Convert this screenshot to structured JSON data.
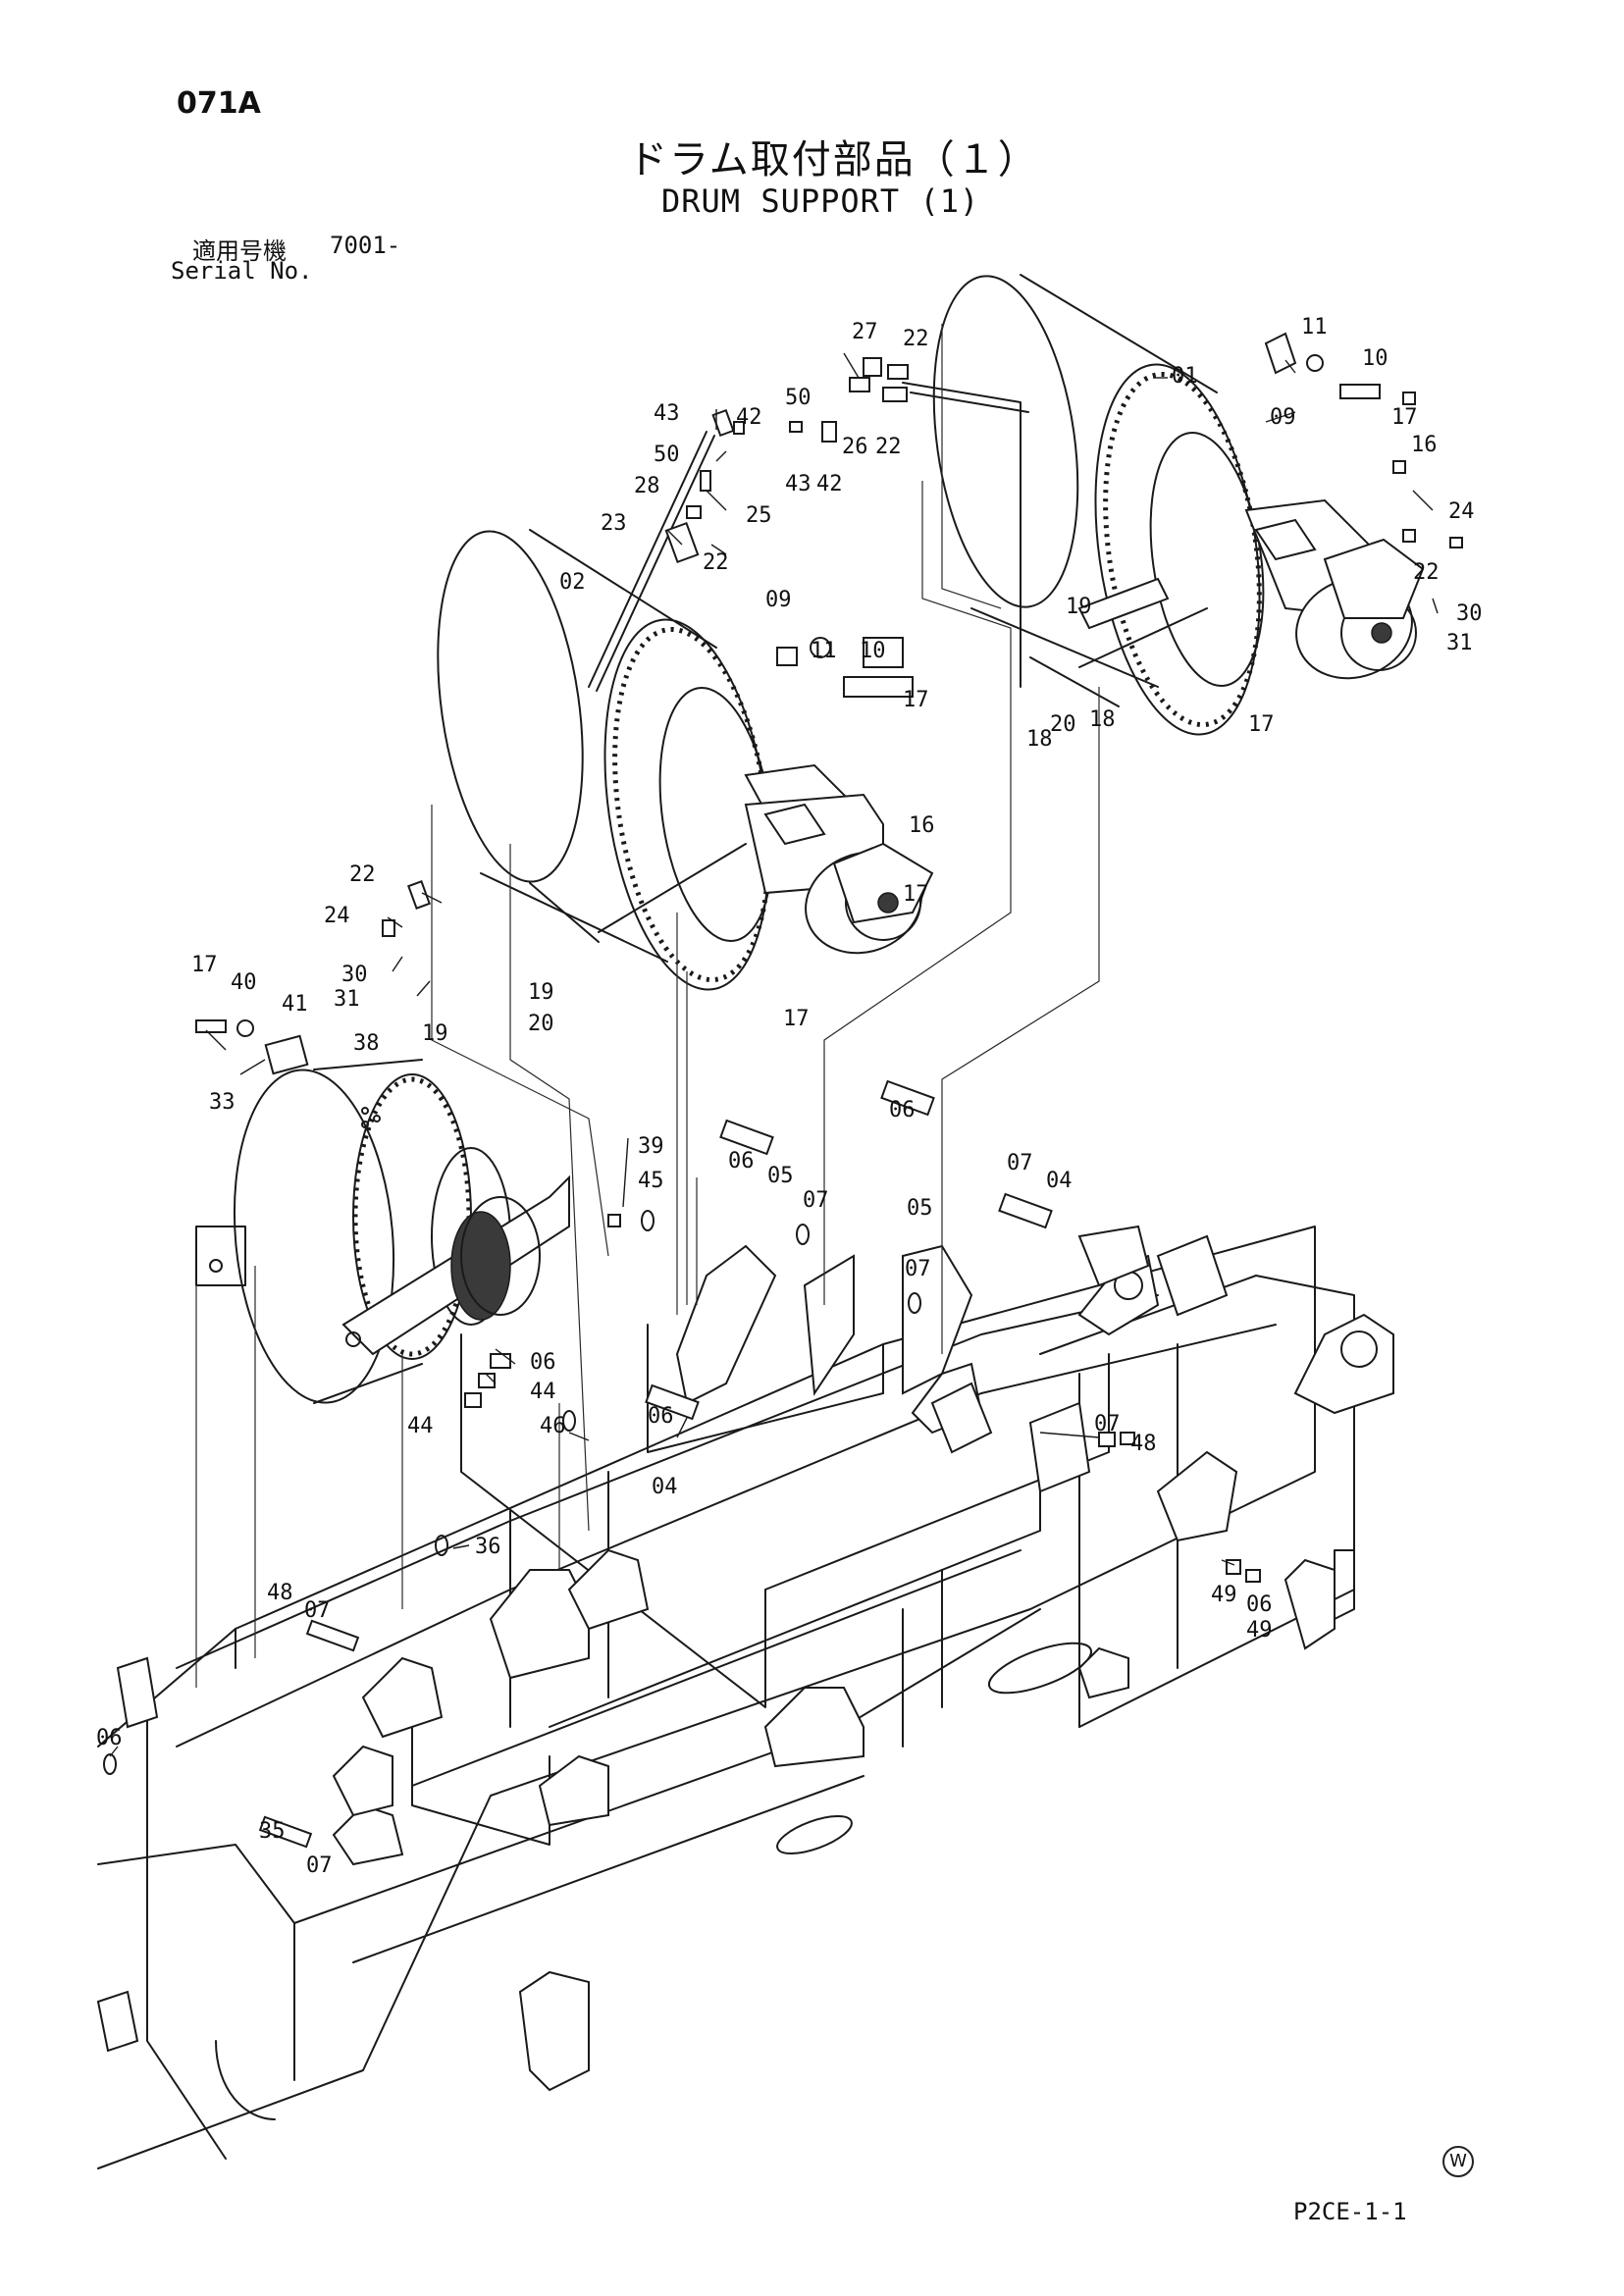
{
  "header": {
    "page_code": "071A",
    "title_jp": "ドラム取付部品（１）",
    "title_en": "DRUM SUPPORT (1)",
    "serial_label_jp": "適用号機",
    "serial_label_en": "Serial No.",
    "serial_value": "7001-"
  },
  "footer": {
    "sheet_code": "P2CE-1-1",
    "mark": "W"
  },
  "part_labels": [
    "27",
    "22",
    "01",
    "11",
    "10",
    "50",
    "26",
    "22",
    "43",
    "42",
    "42",
    "43",
    "50",
    "28",
    "25",
    "23",
    "22",
    "09",
    "17",
    "16",
    "24",
    "22",
    "30",
    "31",
    "19",
    "18",
    "20",
    "18",
    "17",
    "02",
    "09",
    "11",
    "10",
    "17",
    "16",
    "17",
    "17",
    "22",
    "24",
    "30",
    "31",
    "19",
    "19",
    "20",
    "17",
    "40",
    "41",
    "38",
    "33",
    "39",
    "45",
    "06",
    "05",
    "07",
    "06",
    "05",
    "07",
    "04",
    "07",
    "06",
    "44",
    "44",
    "46",
    "06",
    "04",
    "07",
    "48",
    "49",
    "06",
    "49",
    "48",
    "07",
    "36",
    "06",
    "35",
    "07"
  ]
}
